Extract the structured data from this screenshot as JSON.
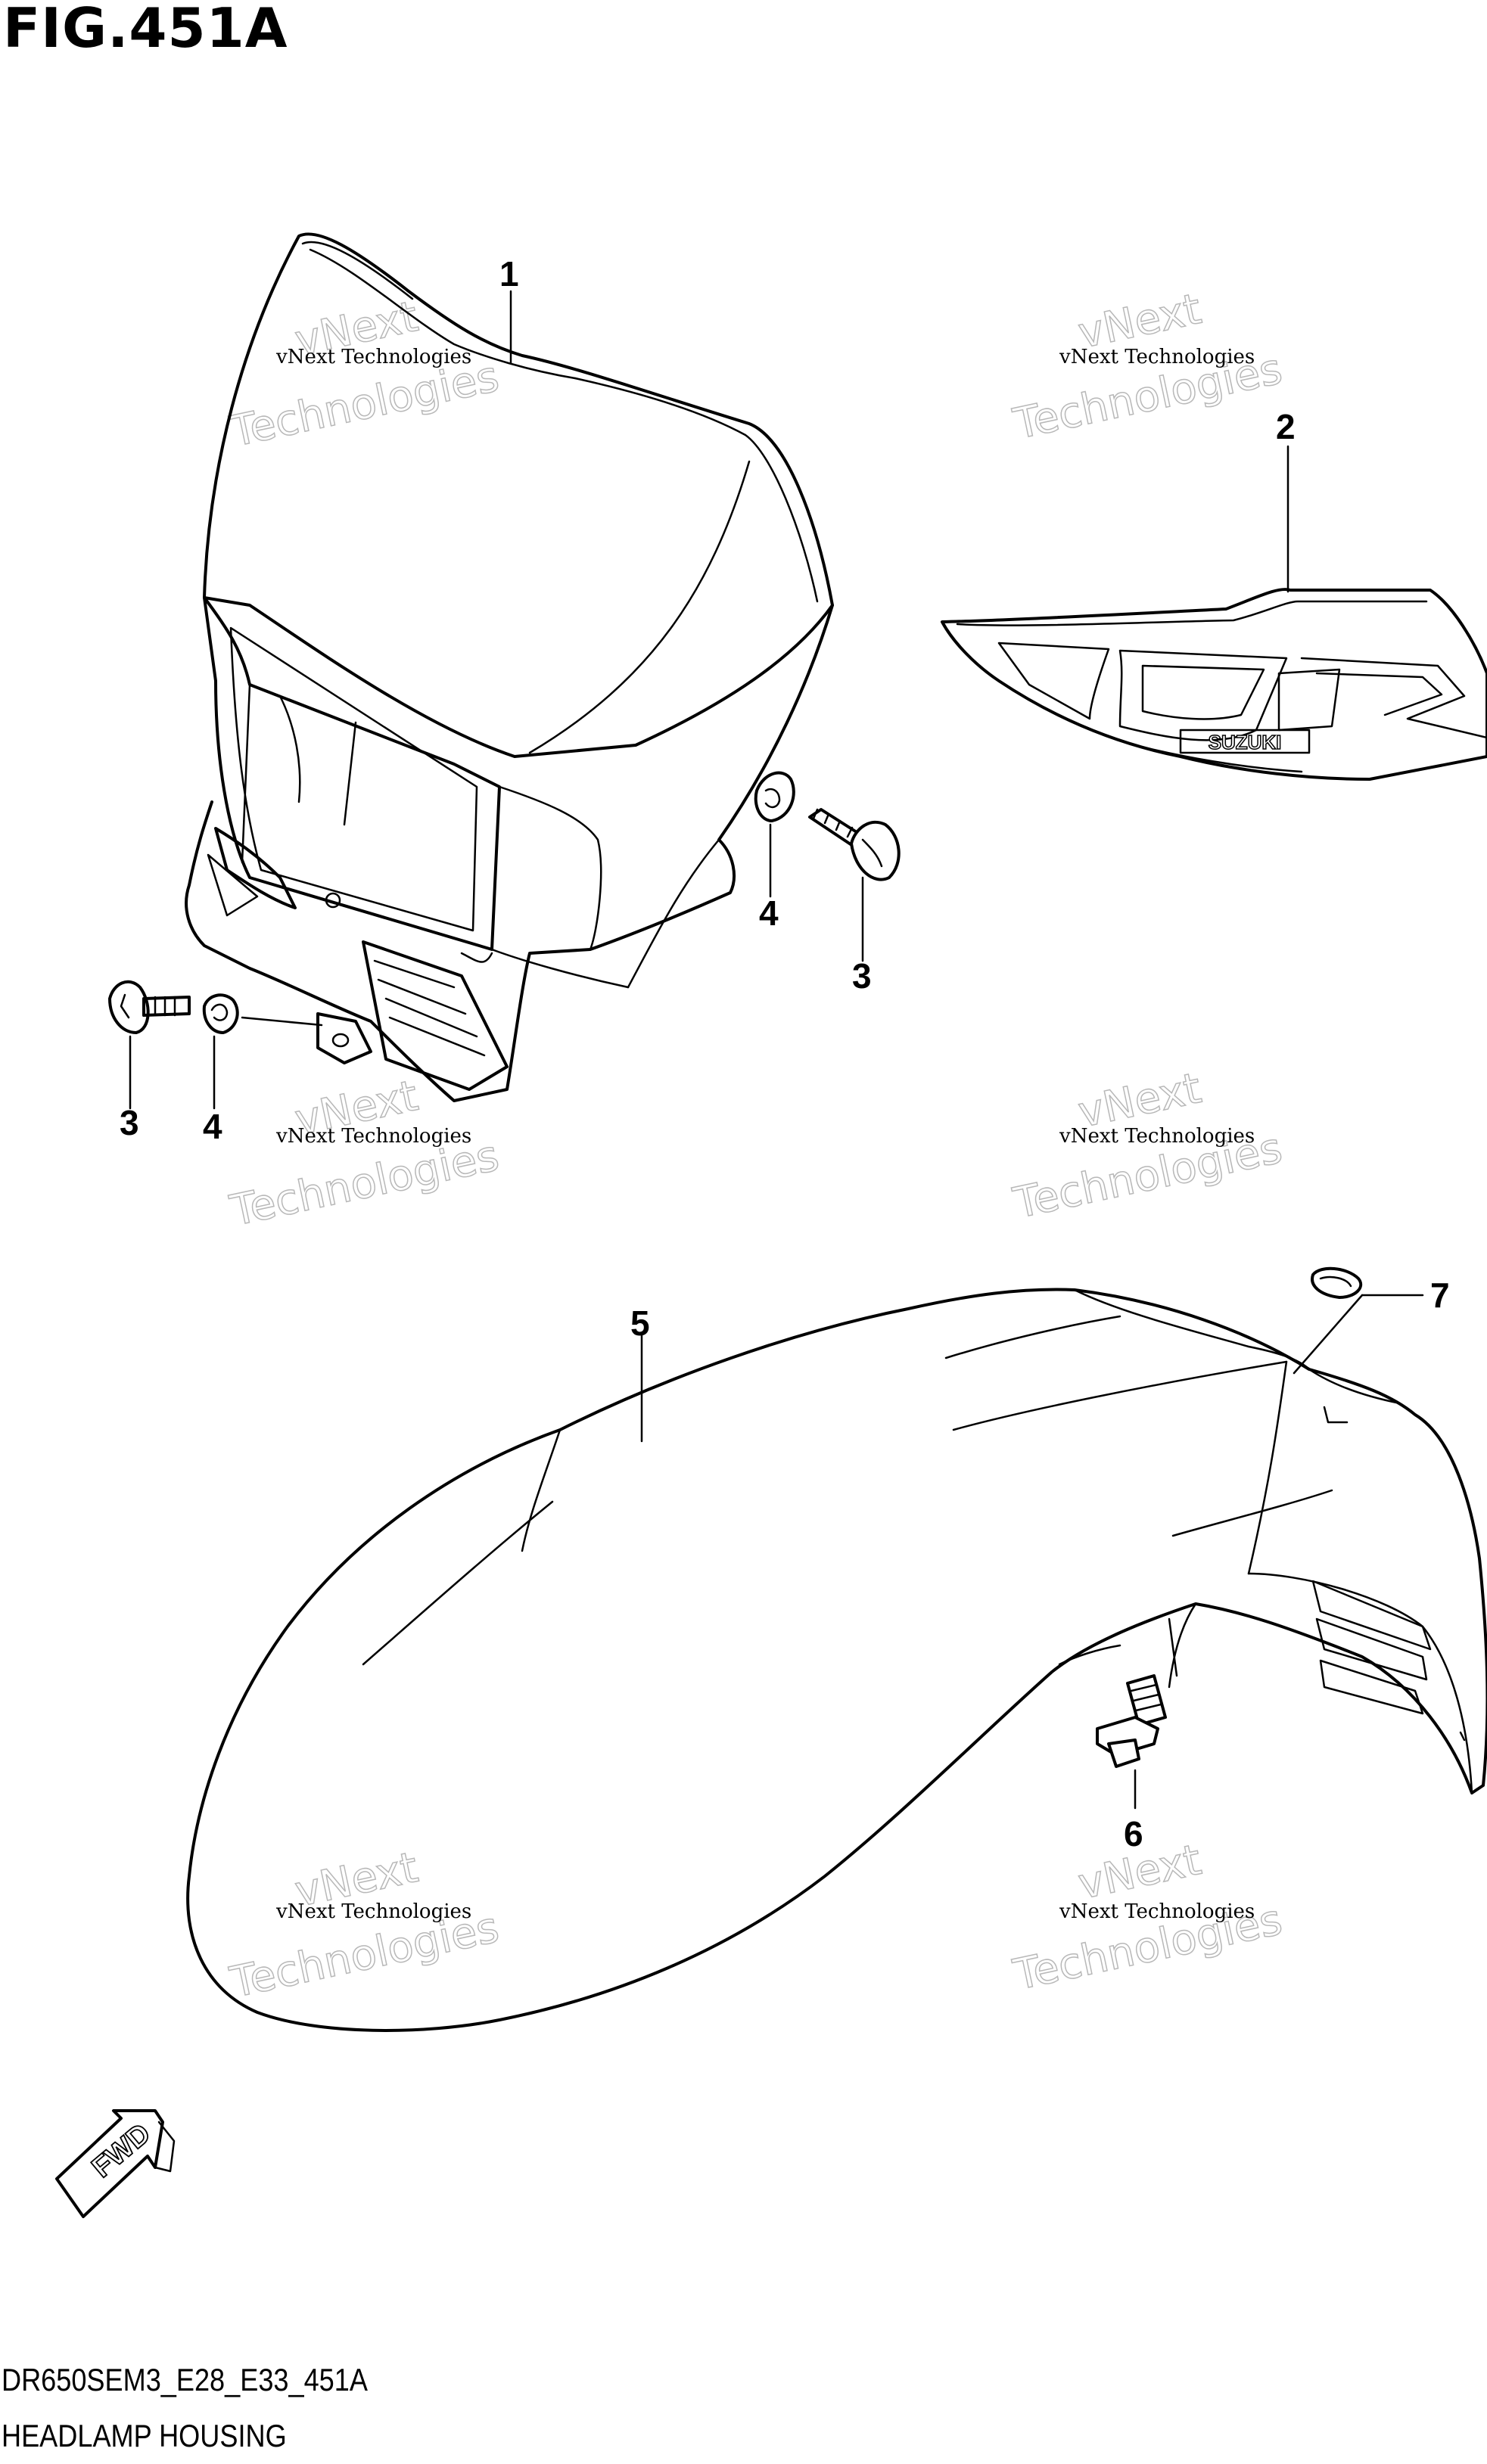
{
  "figure": {
    "title": "FIG.451A",
    "diagram_code": "DR650SEM3_E28_E33_451A",
    "caption": "HEADLAMP HOUSING"
  },
  "callouts": [
    "1",
    "2",
    "3",
    "4",
    "3",
    "4",
    "5",
    "6",
    "7"
  ],
  "decal": {
    "brand_text": "SUZUKI"
  },
  "direction": {
    "label": "FWD"
  },
  "watermark": {
    "line1": "vNext Technologies",
    "line2": "vNext",
    "line3": "Technologies"
  },
  "colors": {
    "ink": "#000000",
    "watermark": "#b8b8b8",
    "background": "#ffffff"
  }
}
